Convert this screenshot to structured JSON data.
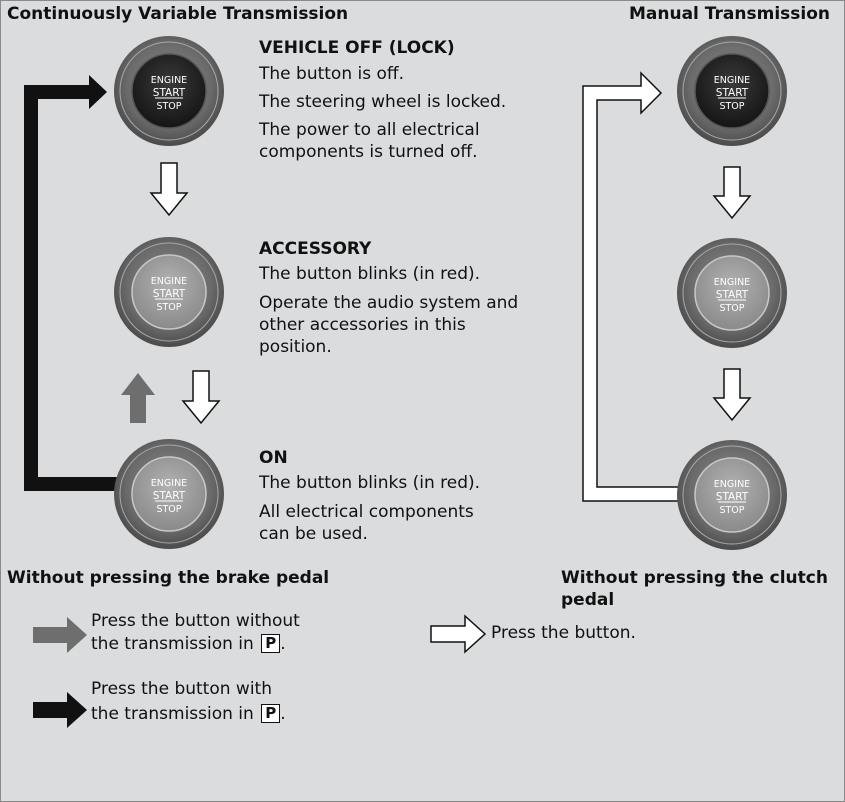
{
  "headers": {
    "left": "Continuously Variable Transmission",
    "right": "Manual Transmission"
  },
  "button": {
    "line1": "ENGINE",
    "line2": "START",
    "line3": "STOP"
  },
  "states": [
    {
      "title": "VEHICLE OFF (LOCK)",
      "lines": [
        "The button is off.",
        "The steering wheel is locked.",
        "The power to all electrical",
        "components is turned off."
      ]
    },
    {
      "title": "ACCESSORY",
      "lines": [
        "The button blinks (in red).",
        "Operate the audio system and",
        "other accessories in this",
        "position."
      ]
    },
    {
      "title": "ON",
      "lines": [
        "The button blinks (in red).",
        "All electrical components",
        "can be used."
      ]
    }
  ],
  "captions": {
    "left": "Without pressing the brake pedal",
    "right_line1": "Without pressing the clutch",
    "right_line2": "pedal"
  },
  "legend": {
    "gray_line1": "Press the button without",
    "gray_line2": "the transmission in",
    "black_line1": "Press the button with",
    "black_line2": "the transmission in",
    "key": "P",
    "period": ".",
    "white": "Press the button."
  },
  "colors": {
    "background": "#dadcdd",
    "arrow_black": "#111111",
    "arrow_gray": "#6e6e6e",
    "arrow_white": "#ffffff",
    "button_off_face": "#222222",
    "button_lit_face": "#9a9a9a"
  }
}
